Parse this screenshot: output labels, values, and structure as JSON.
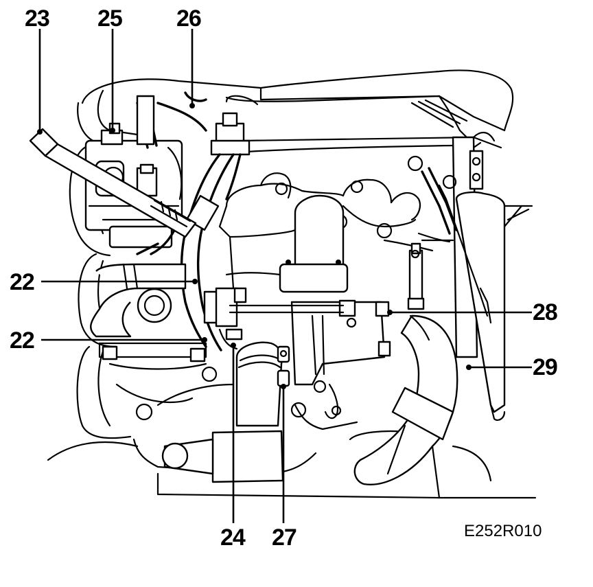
{
  "callouts": {
    "c23": "23",
    "c25": "25",
    "c26": "26",
    "c22a": "22",
    "c22b": "22",
    "c28": "28",
    "c29": "29",
    "c24": "24",
    "c27": "27"
  },
  "figure_ref": "E252R010"
}
